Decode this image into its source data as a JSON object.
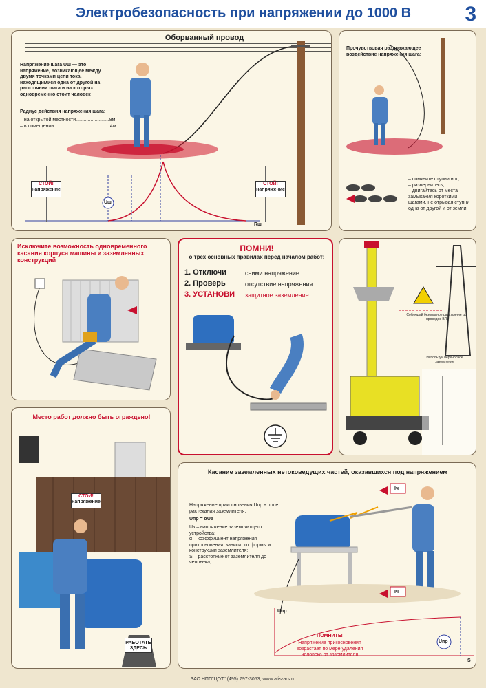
{
  "header": {
    "title": "Электробезопасность при напряжении до 1000 В",
    "page_number": "3"
  },
  "panel1": {
    "title": "Оборванный провод",
    "step_text": "Напряжение шага Uш — это напряжение, возникающее между двумя точками цепи тока, находящимися одна от другой на расстоянии шага и на которых одновременно стоит человек",
    "radius_title": "Радиус действия напряжения шага:",
    "radius_open": "– на открытой местности.........................8м",
    "radius_indoor": "– в помещении..........................................4м",
    "sign_stop": "СТОЙ!",
    "sign_voltage": "напряжение",
    "label_ush": "Uш",
    "label_rsh": "Rш"
  },
  "panel2": {
    "title": "Прочувствовая раздражающее воздействие напряжения шага:",
    "actions": "– сомкните ступни ног;\n– развернитесь;\n– двигайтесь от места замыкания короткими шагами, не отрывая ступни одна от другой и от земли;"
  },
  "panel3": {
    "title": "Исключите возможность одновременного касания корпуса машины и заземленных конструкций"
  },
  "panel4": {
    "title": "ПОМНИ!",
    "subtitle": "о трех основных правилах перед началом работ:",
    "rules": [
      {
        "label": "1. Отключи",
        "text": "сними напряжение"
      },
      {
        "label": "2. Проверь",
        "text": "отсутствие напряжения"
      },
      {
        "label": "3. УСТАНОВИ",
        "text": "защитное заземление"
      }
    ]
  },
  "panel5": {
    "distance_note": "Соблюдай безопасное расстояние до проводов ВЛ",
    "portable_ground": "Используй переносное заземление"
  },
  "panel6": {
    "title": "Место работ должно быть ограждено!",
    "sign_work": "РАБОТАТЬ ЗДЕСЬ"
  },
  "panel7": {
    "title": "Касание заземленных нетоковедущих частей, оказавшихся под напряжением",
    "formula_title": "Напряжение прикосновения Uпр в поле растекания заземлителя:",
    "formula": "Uпр = αUз",
    "defs": "Uз – напряжение заземляющего устройства;\nα – коэффициент напряжения прикосновения: зависит от формы и конструкции заземлителя;\nS – расстояние от заземлителя до человека;",
    "remember_title": "ПОМНИТЕ!",
    "remember_text": "Напряжение прикосновения возрастает по мере удаления человека от заземлителя",
    "label_upr": "Uпр",
    "label_s": "S",
    "label_iч": "Iч"
  },
  "footer": {
    "text": "ЗАО НПП\"ЦОТ\" (495) 797-3053, www.atis-ars.ru"
  }
}
